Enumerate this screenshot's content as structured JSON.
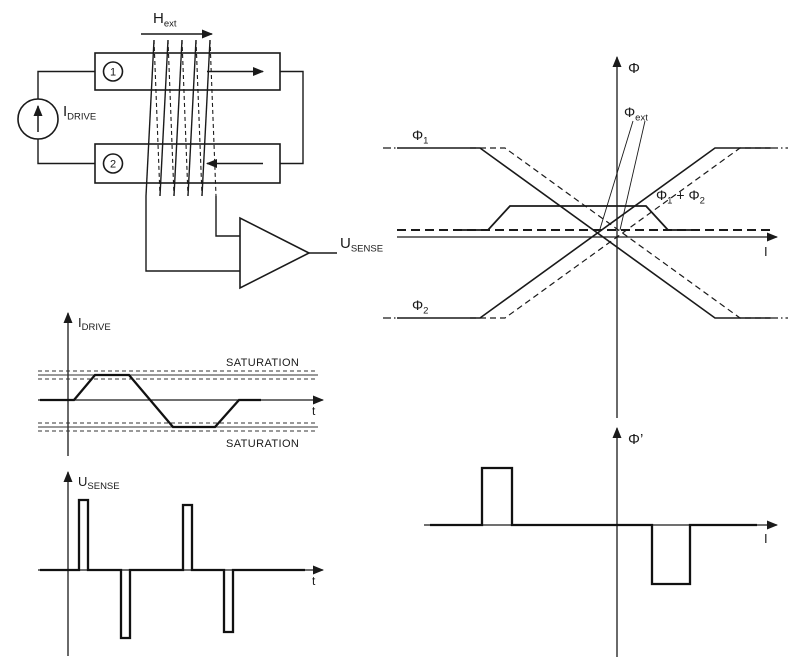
{
  "meta": {
    "background": "#ffffff",
    "ink": "#1a1a1a"
  },
  "schematic": {
    "h_ext": {
      "main": "H",
      "sub": "ext"
    },
    "core1": "1",
    "core2": "2",
    "i_drive": {
      "main": "I",
      "sub": "DRIVE"
    },
    "u_sense": {
      "main": "U",
      "sub": "SENSE"
    }
  },
  "drive_plot": {
    "y_label": {
      "main": "I",
      "sub": "DRIVE"
    },
    "x_label": "t",
    "saturation_upper": "SATURATION",
    "saturation_lower": "SATURATION",
    "waveform_points": "40,400 74,400 95,375 129,375 173,427 215,427 239,400 261,400"
  },
  "sense_plot": {
    "y_label": {
      "main": "U",
      "sub": "SENSE"
    },
    "x_label": "t",
    "waveform_points": "40,570 79,570 79,500 88,500 88,570 121,570 121,638 130,638 130,570 183,570 183,505 192,505 192,570 224,570 224,632 233,632 233,570 305,570"
  },
  "flux_plot": {
    "y_label": "Φ",
    "x_label": "I",
    "phi1_label": {
      "main": "Φ",
      "sub": "1"
    },
    "phi2_label": {
      "main": "Φ",
      "sub": "2"
    },
    "phi_ext_label": {
      "main": "Φ",
      "sub": "ext"
    },
    "phi_sum_label": {
      "phi_a": "Φ",
      "sub_a": "1",
      "plus": " + ",
      "phi_b": "Φ",
      "sub_b": "2"
    },
    "phi1_solid_points": "397,148 480,148 715,318 770,318",
    "phi2_solid_points": "397,318 480,318 715,148 770,148",
    "phi1_dashed_points": "470,148 505,148 740,318 774,318",
    "phi2_dashed_points": "470,318 505,318 740,148 774,148",
    "phi_sum_points": "455,230 488,230 510,206 646,206 668,230 700,230"
  },
  "deriv_plot": {
    "y_label": "Φ’",
    "x_label": "I",
    "waveform_points": "430,525 482,525 482,468 512,468 512,525 652,525 652,584 690,584 690,525 757,525"
  }
}
